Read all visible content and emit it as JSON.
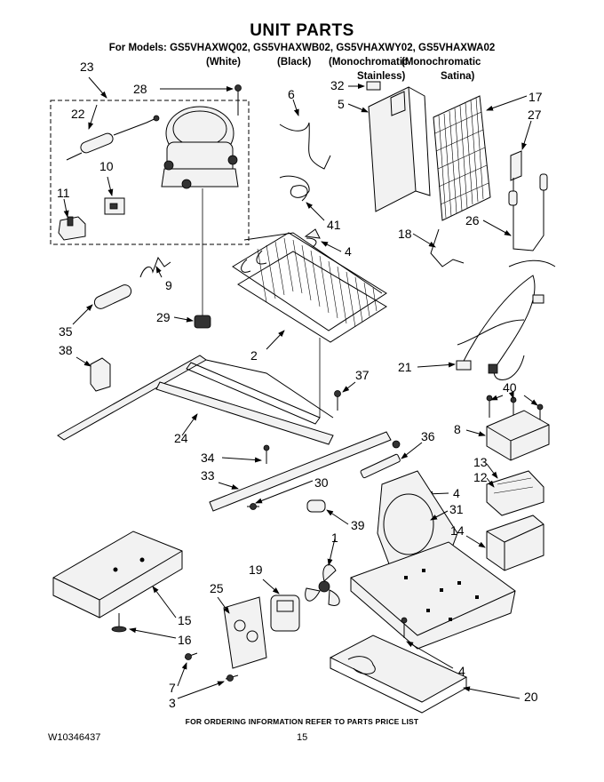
{
  "title": "UNIT PARTS",
  "models_line": "For Models: GS5VHAXWQ02, GS5VHAXWB02, GS5VHAXWY02, GS5VHAXWA02",
  "variants": {
    "white": "(White)",
    "black": "(Black)",
    "mono1": "(Monochromatic",
    "mono2": "(Monochromatic",
    "stainless": "Stainless)",
    "satina": "Satina)"
  },
  "callouts": {
    "c23": "23",
    "c28": "28",
    "c22": "22",
    "c10": "10",
    "c11": "11",
    "c6": "6",
    "c32": "32",
    "c5": "5",
    "c17": "17",
    "c27": "27",
    "c41": "41",
    "c4a": "4",
    "c18": "18",
    "c26": "26",
    "c9": "9",
    "c35": "35",
    "c29": "29",
    "c2": "2",
    "c38": "38",
    "c21": "21",
    "c37": "37",
    "c40": "40",
    "c8": "8",
    "c24": "24",
    "c36": "36",
    "c34": "34",
    "c13": "13",
    "c12": "12",
    "c4b": "4",
    "c33": "33",
    "c30": "30",
    "c31": "31",
    "c39": "39",
    "c14": "14",
    "c1": "1",
    "c19": "19",
    "c25": "25",
    "c15": "15",
    "c16": "16",
    "c7": "7",
    "c3": "3",
    "c4c": "4",
    "c20": "20"
  },
  "footer": "FOR ORDERING INFORMATION REFER TO PARTS PRICE LIST",
  "doc_number": "W10346437",
  "page_number": "15"
}
